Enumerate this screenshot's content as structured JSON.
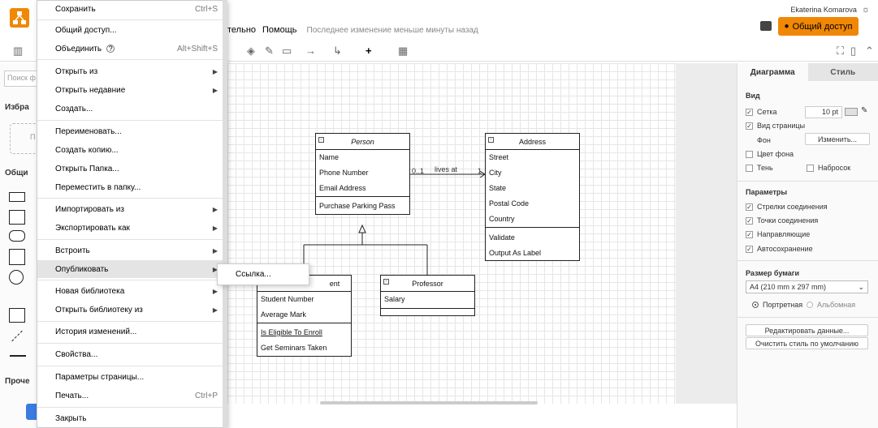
{
  "header": {
    "menu_partial": "тельно",
    "help": "Помощь",
    "last_change": "Последнее изменение меньше минуты назад",
    "user_name": "Ekaterina Komarova",
    "share_label": "Общий доступ"
  },
  "left_sidebar": {
    "search_placeholder": "Поиск ф",
    "section_favorites": "Избра",
    "favorites_hint": "П",
    "section_general": "Общи",
    "section_misc": "Проче"
  },
  "menu": {
    "items": [
      {
        "label": "Сохранить",
        "shortcut": "Ctrl+S"
      },
      {
        "label": "Общий доступ...",
        "shortcut": ""
      },
      {
        "label": "Объединить",
        "shortcut": "Alt+Shift+S"
      },
      {
        "label": "Открыть из",
        "shortcut": ""
      },
      {
        "label": "Открыть недавние",
        "shortcut": ""
      },
      {
        "label": "Создать...",
        "shortcut": ""
      },
      {
        "label": "Переименовать...",
        "shortcut": ""
      },
      {
        "label": "Создать копию...",
        "shortcut": ""
      },
      {
        "label": "Открыть Папка...",
        "shortcut": ""
      },
      {
        "label": "Переместить в папку...",
        "shortcut": ""
      },
      {
        "label": "Импортировать из",
        "shortcut": ""
      },
      {
        "label": "Экспортировать как",
        "shortcut": ""
      },
      {
        "label": "Встроить",
        "shortcut": ""
      },
      {
        "label": "Опубликовать",
        "shortcut": ""
      },
      {
        "label": "Новая библиотека",
        "shortcut": ""
      },
      {
        "label": "Открыть библиотеку из",
        "shortcut": ""
      },
      {
        "label": "История изменений...",
        "shortcut": ""
      },
      {
        "label": "Свойства...",
        "shortcut": ""
      },
      {
        "label": "Параметры страницы...",
        "shortcut": ""
      },
      {
        "label": "Печать...",
        "shortcut": "Ctrl+P"
      },
      {
        "label": "Закрыть",
        "shortcut": ""
      }
    ],
    "submenu_link": "Ссылка..."
  },
  "diagram": {
    "person": {
      "title": "Person",
      "attrs": [
        "Name",
        "Phone Number",
        "Email Address"
      ],
      "ops": [
        "Purchase Parking Pass"
      ]
    },
    "address": {
      "title": "Address",
      "attrs": [
        "Street",
        "City",
        "State",
        "Postal Code",
        "Country"
      ],
      "ops": [
        "Validate",
        "Output As Label"
      ]
    },
    "student": {
      "title": "Student",
      "title_visible": "ent",
      "attrs": [
        "Student Number",
        "Average Mark"
      ],
      "ops": [
        "Is Eligible To Enroll",
        "Get Seminars Taken"
      ]
    },
    "professor": {
      "title": "Professor",
      "attrs": [
        "Salary"
      ]
    },
    "assoc_label": "lives at",
    "mult_left": "0..1",
    "mult_right": "1"
  },
  "right_panel": {
    "tab_diagram": "Диаграмма",
    "tab_style": "Стиль",
    "view_header": "Вид",
    "grid": "Сетка",
    "grid_size": "10 pt",
    "page_view": "Вид страницы",
    "background": "Фон",
    "change_btn": "Изменить...",
    "bg_color": "Цвет фона",
    "shadow": "Тень",
    "sketch": "Набросок",
    "params_header": "Параметры",
    "conn_arrows": "Стрелки соединения",
    "conn_points": "Точки соединения",
    "guides": "Направляющие",
    "autosave": "Автосохранение",
    "paper_header": "Размер бумаги",
    "paper_size": "A4 (210 mm x 297 mm)",
    "portrait": "Портретная",
    "landscape": "Альбомная",
    "edit_data": "Редактировать данные...",
    "clear_style": "Очистить стиль по умолчанию"
  },
  "colors": {
    "accent": "#f08705",
    "highlight": "#e4e4e4"
  }
}
